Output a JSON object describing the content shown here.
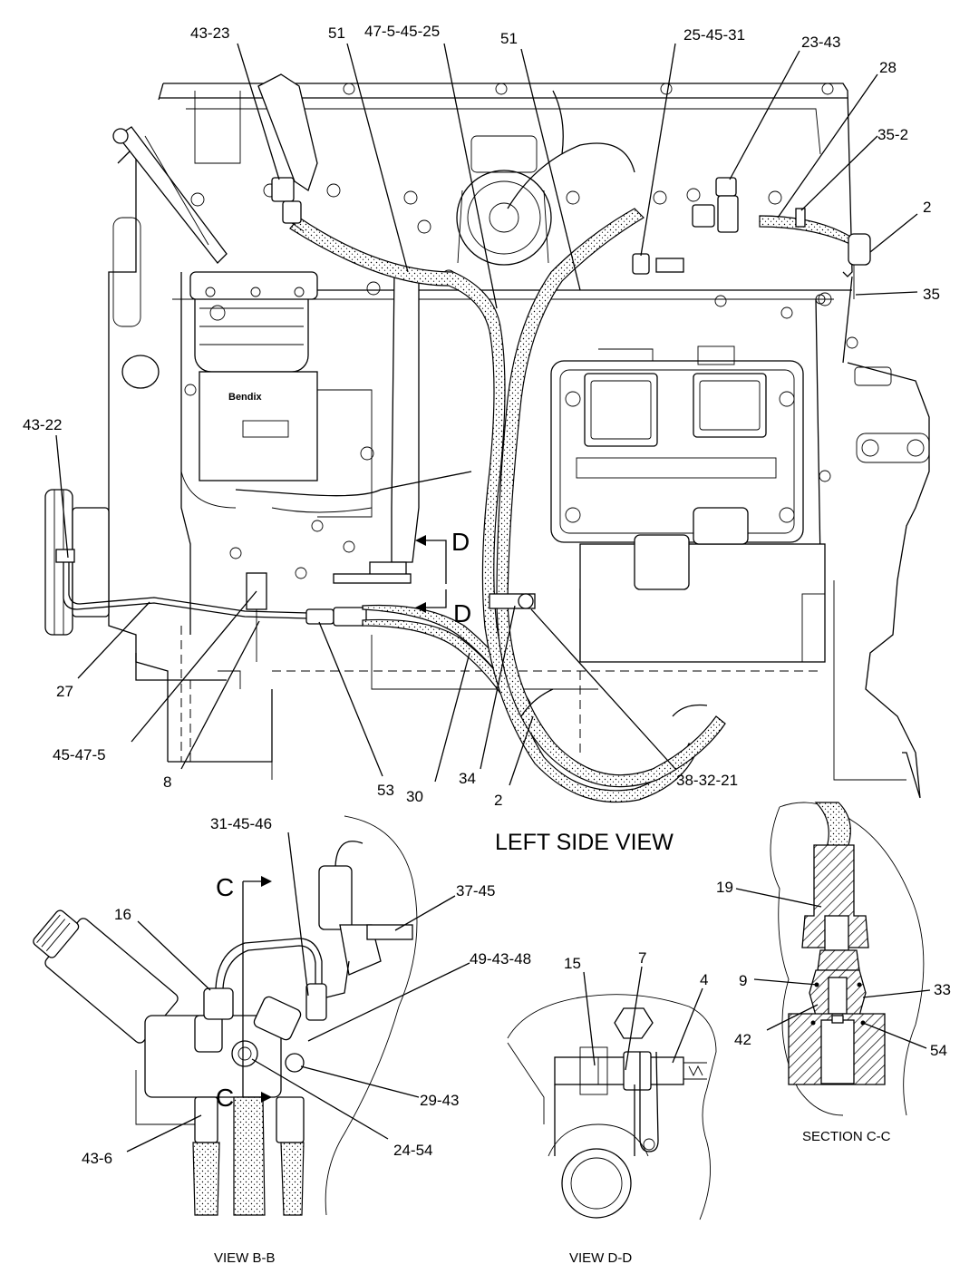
{
  "labels": {
    "l_43_23": "43-23",
    "l_51_a": "51",
    "l_47_5_45_25": "47-5-45-25",
    "l_51_b": "51",
    "l_25_45_31": "25-45-31",
    "l_23_43": "23-43",
    "l_28": "28",
    "l_35_2": "35-2",
    "l_2_a": "2",
    "l_35": "35",
    "l_43_22": "43-22",
    "l_27": "27",
    "l_45_47_5": "45-47-5",
    "l_8": "8",
    "l_53": "53",
    "l_30": "30",
    "l_34": "34",
    "l_2_b": "2",
    "l_38_32_21": "38-32-21",
    "l_31_45_46": "31-45-46",
    "l_37_45": "37-45",
    "l_16": "16",
    "l_49_43_48": "49-43-48",
    "l_29_43": "29-43",
    "l_43_6": "43-6",
    "l_24_54": "24-54",
    "l_15": "15",
    "l_7": "7",
    "l_4": "4",
    "l_19": "19",
    "l_9": "9",
    "l_33": "33",
    "l_42": "42",
    "l_54": "54"
  },
  "section_markers": {
    "d_upper": "D",
    "d_lower": "D",
    "c_upper": "C",
    "c_lower": "C"
  },
  "views": {
    "main_title": "LEFT SIDE VIEW",
    "view_bb": "VIEW B-B",
    "view_dd": "VIEW D-D",
    "section_cc": "SECTION C-C"
  },
  "stamp": "Bendix"
}
